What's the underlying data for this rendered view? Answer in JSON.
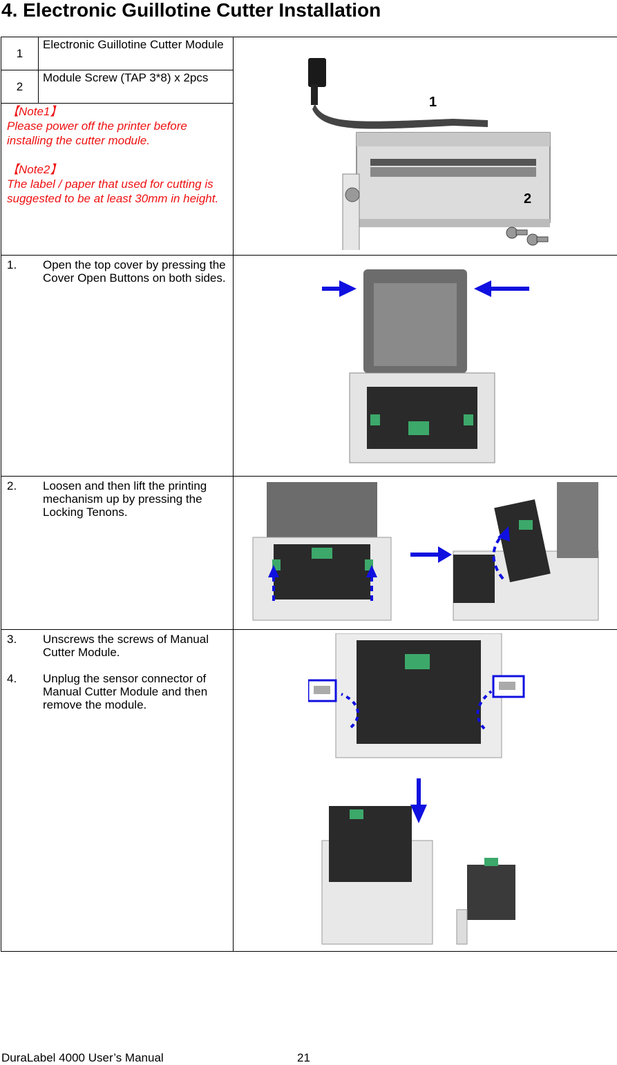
{
  "title": "4. Electronic Guillotine Cutter Installation",
  "parts": [
    {
      "num": "1",
      "desc": "Electronic Guillotine Cutter Module"
    },
    {
      "num": "2",
      "desc": "Module Screw (TAP 3*8) x 2pcs"
    }
  ],
  "notes": {
    "note1_head": "【Note1】",
    "note1_text": "Please power off the printer before installing the cutter module.",
    "note2_head": "【Note2】",
    "note2_text": "The label / paper that used for cutting is suggested to be at least 30mm in height."
  },
  "callouts": {
    "one": "1",
    "two": "2"
  },
  "steps": [
    {
      "num": "1.",
      "text": "Open the top cover by pressing the Cover Open Buttons on both sides."
    },
    {
      "num": "2.",
      "text": "Loosen and then lift the printing mechanism up by pressing the Locking Tenons."
    },
    {
      "num": "3.",
      "text": "Unscrews the screws of Manual Cutter Module."
    },
    {
      "num": "4.",
      "text": "Unplug the sensor connector of Manual Cutter Module and then remove the module."
    }
  ],
  "footer": {
    "manual": "DuraLabel 4000 User’s Manual",
    "page": "21"
  },
  "colors": {
    "note": "#ee1111",
    "arrow": "#1010e0",
    "green": "#3ca86a"
  }
}
